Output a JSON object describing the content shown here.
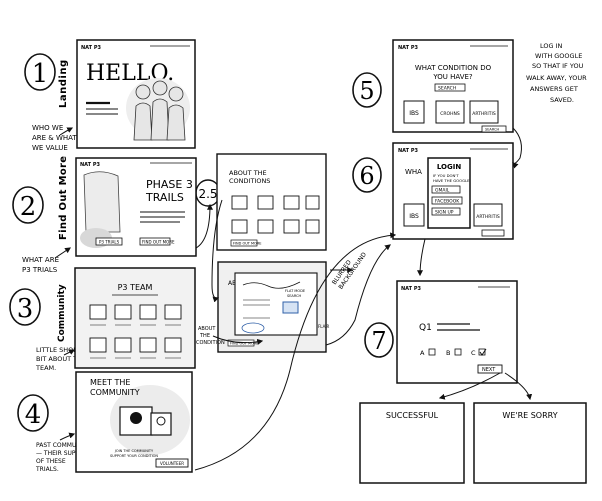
{
  "title": "",
  "steps": [
    {
      "number": "1",
      "label": "Landing",
      "note_lines": [
        "WHO WE",
        "ARE & WHAT",
        "WE VALUE"
      ]
    },
    {
      "number": "2",
      "label": "Find Out More",
      "note_lines": [
        "WHAT ARE",
        "P3 TRIALS"
      ]
    },
    {
      "number": "2.5",
      "label": ""
    },
    {
      "number": "3",
      "label": "Community",
      "note_lines": [
        "LITTLE SHORT",
        "BIT ABOUT THE",
        "TEAM."
      ]
    },
    {
      "number": "4",
      "label": "",
      "note_lines": [
        "PAST COMMUNITY",
        "— THEIR SUPPORT",
        "OF THESE",
        "TRIALS."
      ]
    },
    {
      "number": "5",
      "label": ""
    },
    {
      "number": "6",
      "label": ""
    },
    {
      "number": "7",
      "label": ""
    }
  ],
  "screens": {
    "landing": {
      "logo": "NAT P3",
      "hero": "HELLO."
    },
    "phase3": {
      "logo": "NAT P3",
      "title_line1": "PHASE 3",
      "title_line2": "TRAILS",
      "button1": "P3 TRIALS",
      "button2": "FIND OUT MORE"
    },
    "team": {
      "title": "P3 TEAM"
    },
    "community": {
      "title_line1": "MEET THE",
      "title_line2": "COMMUNITY",
      "footer_line1": "JOIN THE COMMUNITY",
      "footer_line2": "SUPPORT YOUR CONDITION",
      "button": "VOLUNTEER"
    },
    "conditions": {
      "title_line1": "ABOUT THE",
      "title_line2": "CONDITIONS",
      "button": "FIND OUT MORE"
    },
    "condition_detail": {
      "title": "AB",
      "tag_line1": "FLAT MODE",
      "tag_line2": "SEARCH",
      "button": "FIND OUT MORE",
      "side_tag": "FLAIR"
    },
    "select_condition": {
      "logo": "NAT P3",
      "question_line1": "WHAT CONDITION DO",
      "question_line2": "YOU HAVE?",
      "search": "SEARCH",
      "options": [
        "IBS",
        "CROHNS",
        "ARTHRITIS"
      ],
      "button": "SEARCH"
    },
    "login": {
      "logo": "NAT P3",
      "title": "LOGIN",
      "subtitle_line1": "IF YOU DON'T",
      "subtitle_line2": "HAVE THE GOOGLE",
      "options": [
        "GMAIL",
        "FACEBOOK",
        "SIGN UP"
      ],
      "behind_text": "WHA",
      "behind_options": [
        "IBS",
        "ARTHRITIS"
      ]
    },
    "question": {
      "logo": "NAT P3",
      "label": "Q1",
      "choices": [
        "A",
        "B",
        "C"
      ],
      "button": "NEXT"
    },
    "success": {
      "title": "SUCCESSFUL"
    },
    "sorry": {
      "title": "WE'RE SORRY"
    }
  },
  "annotations": {
    "google": [
      "LOG IN",
      "WITH GOOGLE",
      "SO THAT IF YOU",
      "WALK AWAY, YOUR",
      "ANSWERS GET",
      "SAVED."
    ],
    "blurred": [
      "BLURRED",
      "BACKGROUND"
    ],
    "about": [
      "ABOUT",
      "THE",
      "CONDITION"
    ]
  }
}
